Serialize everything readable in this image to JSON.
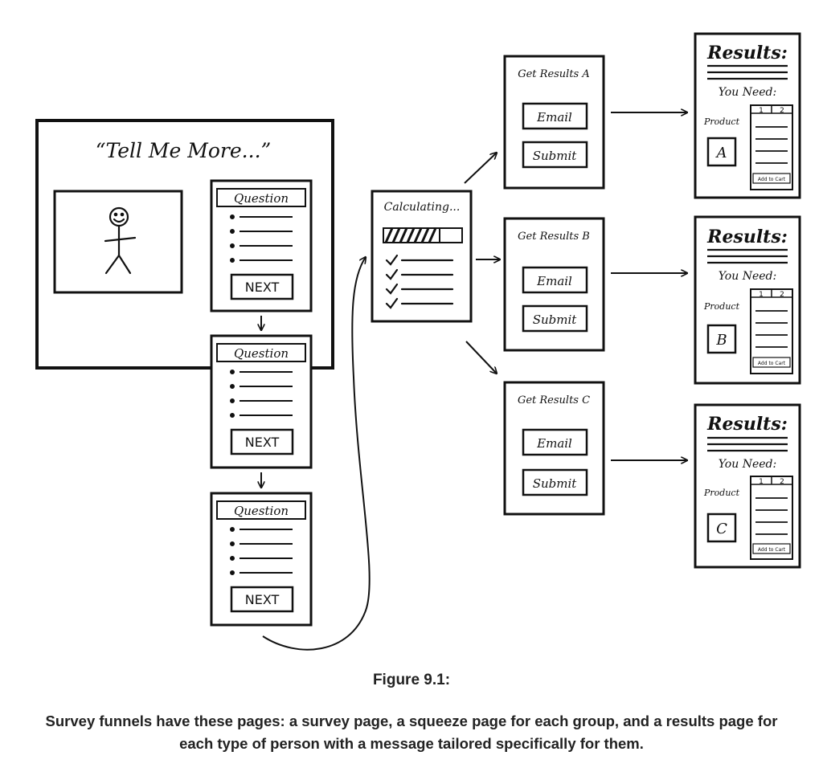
{
  "survey": {
    "title": "“Tell Me More...”",
    "question_label": "Question",
    "next_label": "NEXT"
  },
  "calculating": {
    "label": "Calculating..."
  },
  "groups": [
    {
      "squeeze_title": "Get Results A",
      "email_label": "Email",
      "submit_label": "Submit",
      "product_letter": "A"
    },
    {
      "squeeze_title": "Get Results B",
      "email_label": "Email",
      "submit_label": "Submit",
      "product_letter": "B"
    },
    {
      "squeeze_title": "Get Results C",
      "email_label": "Email",
      "submit_label": "Submit",
      "product_letter": "C"
    }
  ],
  "results": {
    "title": "Results:",
    "you_need": "You Need:",
    "product_label": "Product",
    "col1": "1",
    "col2": "2",
    "cart_label": "Add to Cart"
  },
  "caption": {
    "figure": "Figure 9.1:",
    "text": "Survey funnels have these pages: a survey page, a squeeze page for each group, and a results page for each type of person with a message tailored specifically for them."
  },
  "icons": {
    "person": "stick-figure-icon",
    "check": "checkmark-icon",
    "arrow": "arrow-icon"
  }
}
